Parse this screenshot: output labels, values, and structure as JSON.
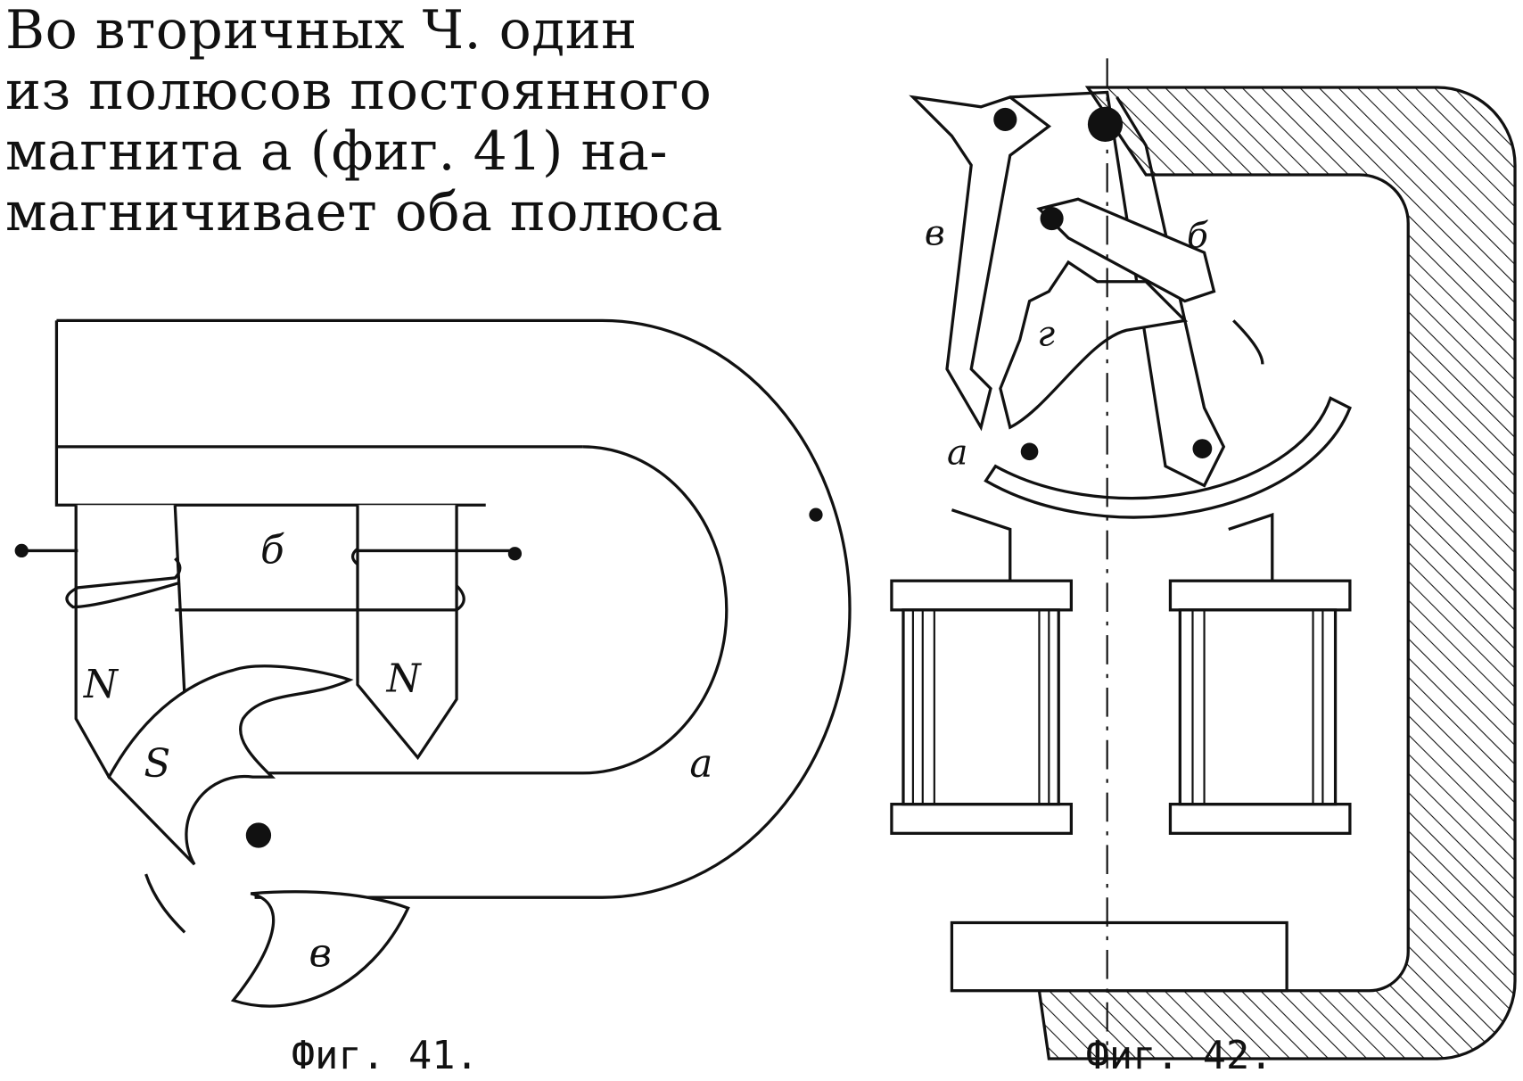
{
  "paragraph": {
    "lines": [
      "Во вторичных Ч. один",
      "из полюсов постоянного",
      "магнита a (фиг. 41) на-",
      "магничивает оба полюса"
    ]
  },
  "figure41": {
    "caption": "Фиг. 41.",
    "labels": {
      "b": "б",
      "n_left": "N",
      "n_right": "N",
      "s": "S",
      "a": "a",
      "v": "в"
    }
  },
  "figure42": {
    "caption": "Фиг. 42.",
    "labels": {
      "v": "в",
      "b": "б",
      "g": "г",
      "a": "a"
    }
  }
}
